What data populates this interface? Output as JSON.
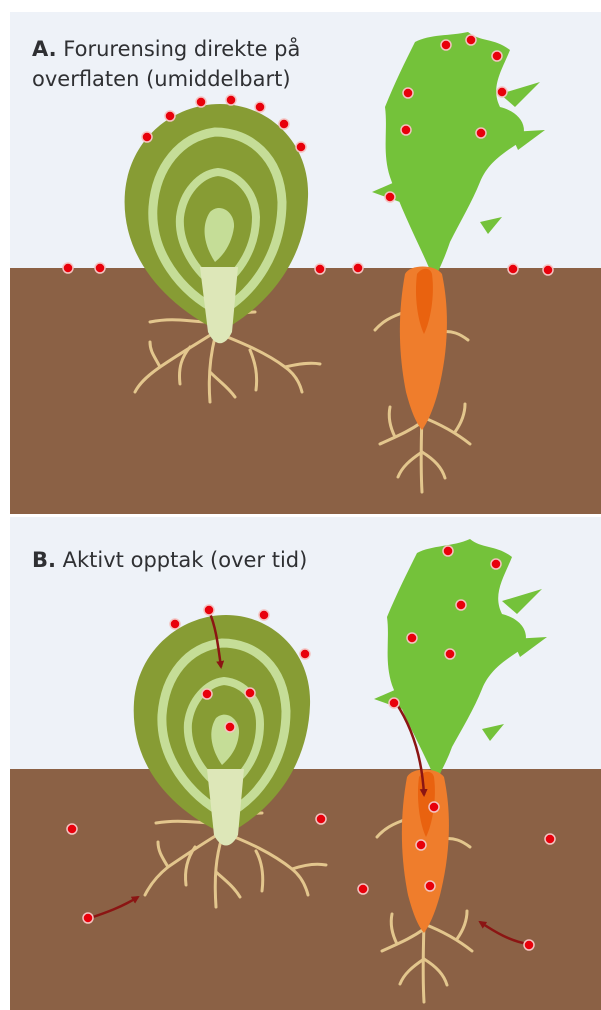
{
  "colors": {
    "sky": "#eef2f8",
    "soil": "#8b6145",
    "lettuce_outer": "#879c34",
    "lettuce_inner": "#c5dd97",
    "carrot_leaf": "#74c23a",
    "carrot_root": "#ef7d2c",
    "carrot_core": "#e9620f",
    "root_hair": "#e3c68d",
    "dot": "#e8000b",
    "arrow": "#8b1513",
    "caption_text": "#2f3033"
  },
  "panels": [
    {
      "id": "A",
      "letter": "A.",
      "text": " Forurensing direkte på overflaten (umiddelbart)",
      "pollutant_icon": "red-dot",
      "scene": "contamination-on-surface"
    },
    {
      "id": "B",
      "letter": "B.",
      "text": " Aktivt opptak (over tid)",
      "pollutant_icon": "red-dot",
      "uptake_icon": "curved-arrow",
      "scene": "active-uptake"
    }
  ]
}
